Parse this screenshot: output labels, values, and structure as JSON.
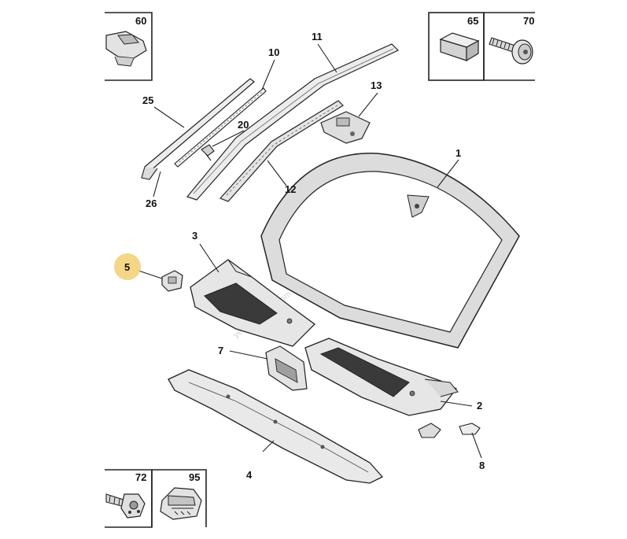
{
  "colors": {
    "line": "#222222",
    "part_fill": "#e6e6e6",
    "part_fill_light": "#f1f1f1",
    "part_dark": "#3a3a3a",
    "glass_band": "#dcdcdc",
    "highlight": "#f2cf72",
    "watermark": "#b9c6d2"
  },
  "watermark": "yedekparcam.com.tr",
  "inset_boxes": [
    {
      "id": "box-60",
      "label": "60",
      "icon": "clip-part-icon"
    },
    {
      "id": "box-65",
      "label": "65",
      "icon": "foam-pad-icon"
    },
    {
      "id": "box-70",
      "label": "70",
      "icon": "screw-icon"
    },
    {
      "id": "box-72",
      "label": "72",
      "icon": "stud-bolt-icon"
    },
    {
      "id": "box-95",
      "label": "95",
      "icon": "connector-clip-icon"
    }
  ],
  "callouts": [
    {
      "id": "1",
      "label": "1",
      "highlighted": false
    },
    {
      "id": "2",
      "label": "2",
      "highlighted": false
    },
    {
      "id": "3",
      "label": "3",
      "highlighted": false
    },
    {
      "id": "4",
      "label": "4",
      "highlighted": false
    },
    {
      "id": "5",
      "label": "5",
      "highlighted": true
    },
    {
      "id": "7",
      "label": "7",
      "highlighted": false
    },
    {
      "id": "8",
      "label": "8",
      "highlighted": false
    },
    {
      "id": "10",
      "label": "10",
      "highlighted": false
    },
    {
      "id": "11",
      "label": "11",
      "highlighted": false
    },
    {
      "id": "12",
      "label": "12",
      "highlighted": false
    },
    {
      "id": "13",
      "label": "13",
      "highlighted": false
    },
    {
      "id": "20",
      "label": "20",
      "highlighted": false
    },
    {
      "id": "25",
      "label": "25",
      "highlighted": false
    },
    {
      "id": "26",
      "label": "26",
      "highlighted": false
    }
  ]
}
